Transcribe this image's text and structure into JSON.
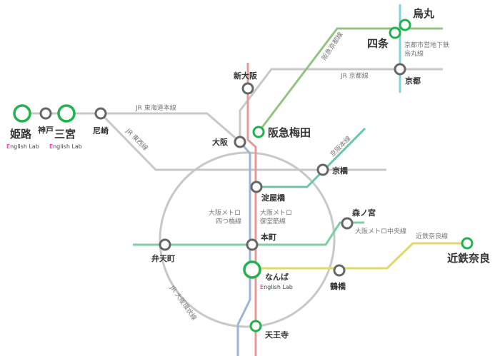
{
  "stations": {
    "karasuma": "烏丸",
    "shijo": "四条",
    "kyoto": "京都",
    "shin_osaka": "新大阪",
    "hankyu_umeda": "阪急梅田",
    "osaka": "大阪",
    "amagasaki": "尼崎",
    "himeji": "姫路",
    "kobe": "神戸",
    "sannomiya": "三宮",
    "kyobashi": "京橋",
    "yodoyabashi": "淀屋橋",
    "morinomiya": "森ノ宮",
    "honmachi": "本町",
    "bentencho": "弁天町",
    "namba": "なんば",
    "tsuruhashi": "鶴橋",
    "kintetsu_nara": "近鉄奈良",
    "tennoji": "天王寺"
  },
  "lab_label": {
    "first": "E",
    "rest": "nglish Lab"
  },
  "lines": {
    "hankyu_kyoto": "阪急京都線",
    "kyoto_subway_1": "京都市営地下鉄",
    "kyoto_subway_2": "烏丸線",
    "jr_kyoto": "JR 京都線",
    "jr_tokaido": "JR 東海道本線",
    "jr_tozai": "JR 東西線",
    "keihan": "京阪本線",
    "metro_yotsubashi_1": "大阪メトロ",
    "metro_yotsubashi_2": "四つ橋線",
    "metro_midosuji_1": "大阪メトロ",
    "metro_midosuji_2": "御堂筋線",
    "metro_chuo": "大阪メトロ中央線",
    "kintetsu_nara": "近鉄奈良線",
    "jr_loop": "JR 大阪環状線"
  },
  "colors": {
    "jr_gray": "#c8c8c8",
    "hankyu_green": "#92c383",
    "subway_cyan": "#7fd3dc",
    "keihan_green": "#6cc6a6",
    "chuo_green": "#7ccfa0",
    "kintetsu_yellow": "#e3d76a",
    "midosuji_red": "#e59a9a",
    "yotsubashi_blue": "#9db6d6",
    "station_gray": "#666666",
    "lab_green": "#22b14c",
    "accent_pink": "#e4007f"
  }
}
